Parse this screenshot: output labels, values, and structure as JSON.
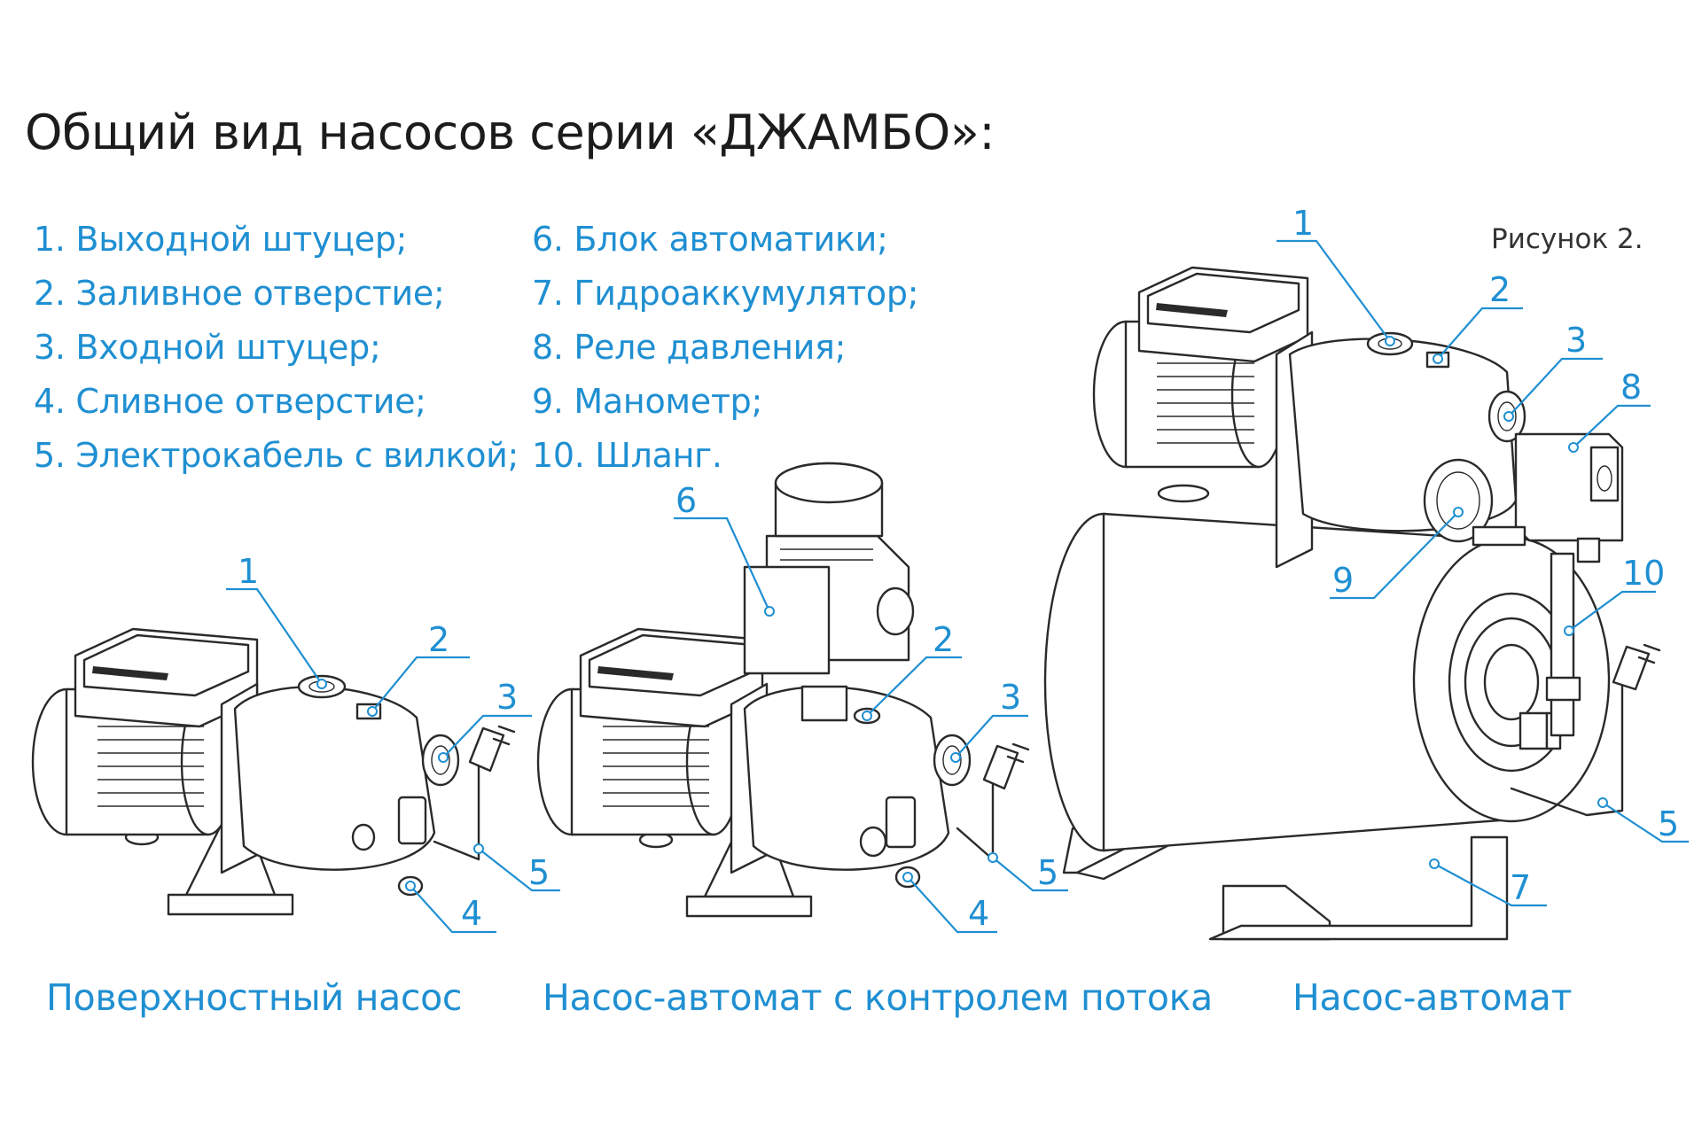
{
  "title": "Общий вид насосов серии «ДЖАМБО»:",
  "figure_label": "Рисунок 2.",
  "legend_left": [
    "1. Выходной штуцер;",
    "2. Заливное отверстие;",
    "3. Входной штуцер;",
    "4. Сливное отверстие;",
    "5. Электрокабель с вилкой;"
  ],
  "legend_right": [
    "6. Блок автоматики;",
    "7. Гидроаккумулятор;",
    "8. Реле давления;",
    "9. Манометр;",
    "10. Шланг."
  ],
  "captions": {
    "surface_pump": "Поверхностный насос",
    "flow_control_pump": "Насос-автомат с контролем потока",
    "auto_pump": "Насос-автомат"
  },
  "callouts": {
    "surface_pump": [
      "1",
      "2",
      "3",
      "4",
      "5"
    ],
    "flow_control_pump": [
      "6",
      "2",
      "3",
      "4",
      "5"
    ],
    "auto_pump": [
      "1",
      "2",
      "3",
      "8",
      "9",
      "10",
      "5",
      "7"
    ]
  },
  "colors": {
    "accent": "#1f8fd2",
    "line_art": "#2a2a2a",
    "text": "#1c1c1c"
  }
}
